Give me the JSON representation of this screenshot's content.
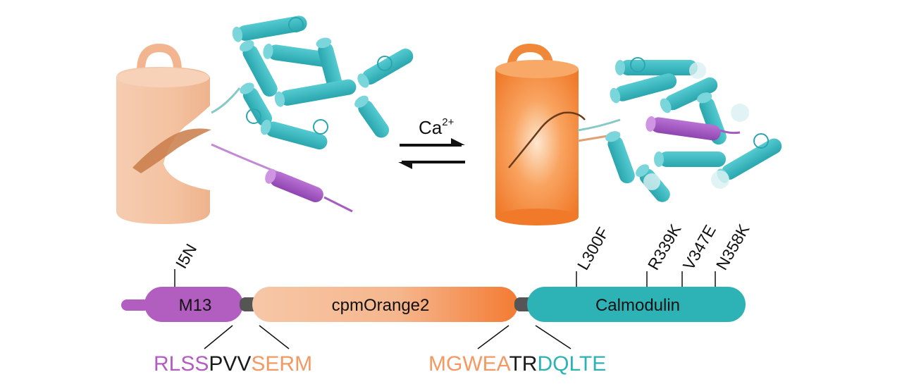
{
  "reaction": {
    "ion": "Ca",
    "charge": "2+"
  },
  "domains": {
    "m13": "M13",
    "cpmorange2": "cpmOrange2",
    "calmodulin": "Calmodulin"
  },
  "mutations": [
    "I5N",
    "L300F",
    "R339K",
    "V347E",
    "N358K"
  ],
  "linker1": {
    "part1": "RLSS",
    "part2": "PVV",
    "part3": "SERM"
  },
  "linker2": {
    "part1": "MGWEA",
    "part2": "TR",
    "part3": "DQLTE"
  },
  "colors": {
    "m13": "#b15ec0",
    "cpmorange_light": "#f6c4a2",
    "cpmorange_dark": "#f47a2e",
    "calmodulin": "#2db2b6",
    "cylinder_off": "#f3c6a6",
    "cylinder_on": "#f68a3a",
    "helix_teal": "#3dbcc4",
    "helix_purple": "#a45bc4",
    "linker_gray": "#555555",
    "text_dark": "#1a1a1a"
  }
}
